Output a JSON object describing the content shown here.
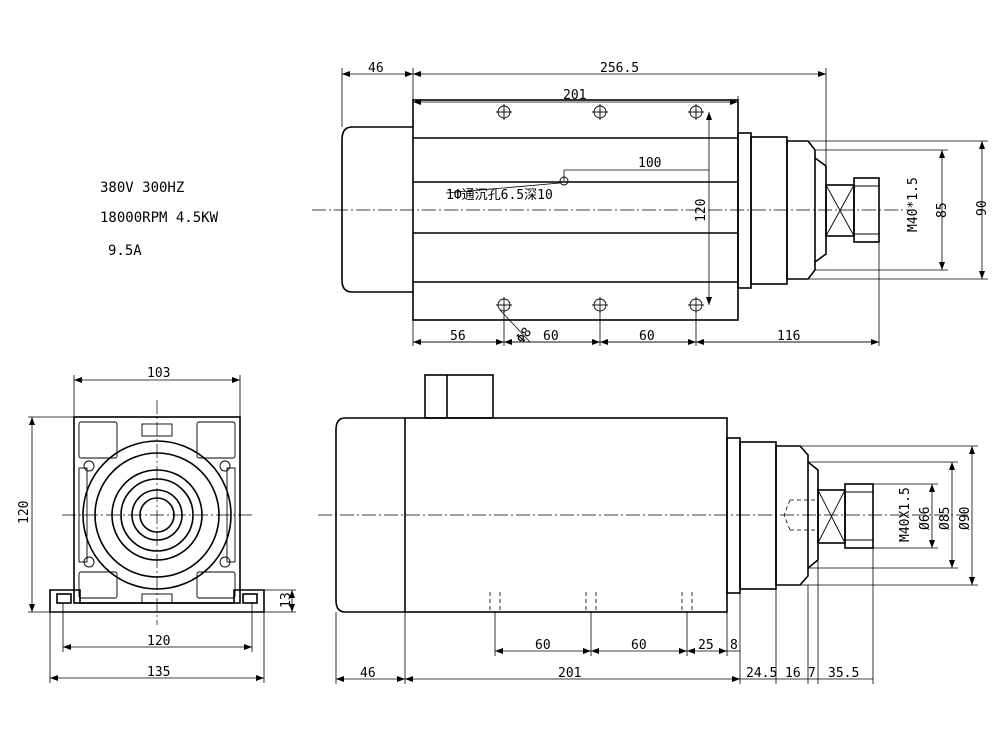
{
  "specs": [
    "380V  300HZ",
    "18000RPM 4.5KW",
    "9.5A"
  ],
  "top_view": {
    "dims": {
      "d46": "46",
      "d256": "256.5",
      "d201": "201",
      "d100": "100",
      "d120": "120",
      "d85": "85",
      "d90": "90",
      "thread": "M40*1.5",
      "d56": "56",
      "d60a": "60",
      "d60b": "60",
      "d116": "116",
      "d8": "Φ8"
    },
    "note": "1Ф通沉孔6.5深10"
  },
  "end_view": {
    "dims": {
      "d103": "103",
      "d120v": "120",
      "d120h": "120",
      "d135": "135",
      "d13": "13"
    }
  },
  "side_view": {
    "dims": {
      "d46": "46",
      "d201": "201",
      "d60a": "60",
      "d60b": "60",
      "d25": "25",
      "d8": "8",
      "d24": "24.5",
      "d16": "16",
      "d7": "7",
      "d35": "35.5",
      "thread": "M40X1.5",
      "dia66": "Ø66",
      "dia85": "Ø85",
      "dia90": "Ø90"
    }
  }
}
